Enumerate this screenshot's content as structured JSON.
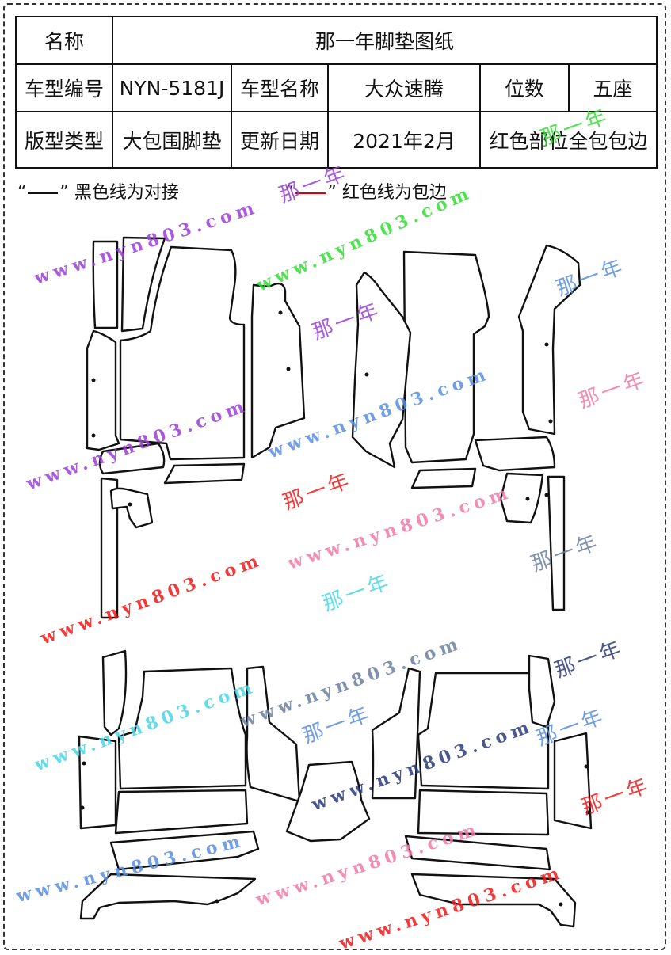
{
  "table": {
    "row1": {
      "label": "名称",
      "value": "那一年脚垫图纸"
    },
    "row2": {
      "model_code_label": "车型编号",
      "model_code": "NYN-5181J",
      "model_name_label": "车型名称",
      "model_name": "大众速腾",
      "seats_label": "位数",
      "seats": "五座"
    },
    "row3": {
      "type_label": "版型类型",
      "type": "大包围脚垫",
      "date_label": "更新日期",
      "date": "2021年2月",
      "note": "红色部位全包包边"
    }
  },
  "legend": {
    "black_open": "“",
    "black_close": "”",
    "black_text": "黑色线为对接",
    "red_open": "“",
    "red_close": "”",
    "red_text": "红色线为包边"
  },
  "colors": {
    "black_line": "#111111",
    "red_line": "#e00000",
    "wm_purple": "#9b3fd6",
    "wm_green": "#33dd33",
    "wm_blue": "#5a8fe0",
    "wm_pink": "#f07aa8",
    "wm_red": "#f01818",
    "wm_cyan": "#47d7e8",
    "wm_slate": "#6a7fa0",
    "wm_navy": "#2a3a78"
  },
  "watermarks": {
    "url": "www.nyn803.com",
    "name": "那一年"
  }
}
